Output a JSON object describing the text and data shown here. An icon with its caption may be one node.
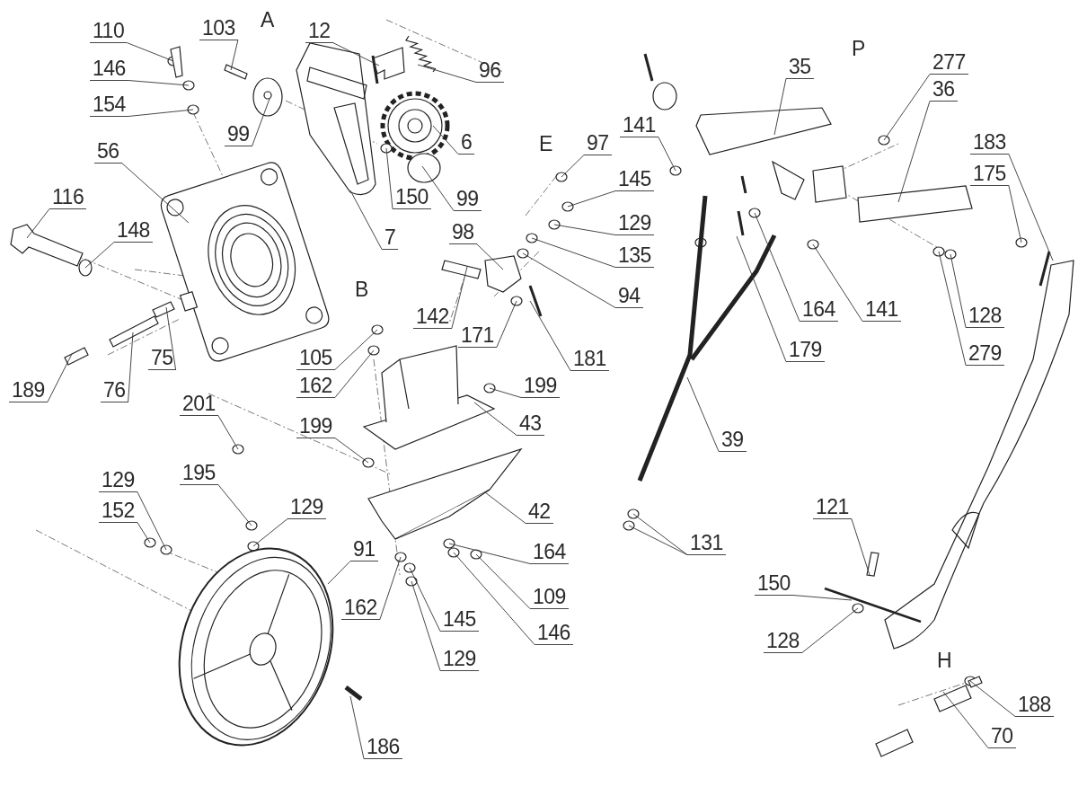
{
  "diagram": {
    "nodes": [
      {
        "text": [
          "110"
        ]
      },
      {
        "text": [
          "103"
        ]
      },
      {
        "text": [
          "12"
        ]
      },
      {
        "text": [
          "96"
        ]
      },
      {
        "text": [
          "146"
        ]
      },
      {
        "text": [
          "154"
        ]
      },
      {
        "text": [
          "99"
        ]
      },
      {
        "text": [
          "56"
        ]
      },
      {
        "text": [
          "6"
        ]
      },
      {
        "text": [
          "97"
        ]
      },
      {
        "text": [
          "141"
        ]
      },
      {
        "text": [
          "150"
        ]
      },
      {
        "text": [
          "99"
        ]
      },
      {
        "text": [
          "116"
        ]
      },
      {
        "text": [
          "148"
        ]
      },
      {
        "text": [
          "145"
        ]
      },
      {
        "text": [
          "129"
        ]
      },
      {
        "text": [
          "98"
        ]
      },
      {
        "text": [
          "7"
        ]
      },
      {
        "text": [
          "135"
        ]
      },
      {
        "text": [
          "94"
        ]
      },
      {
        "text": [
          "142"
        ]
      },
      {
        "text": [
          "171"
        ]
      },
      {
        "text": [
          "181"
        ]
      },
      {
        "text": [
          "35"
        ]
      },
      {
        "text": [
          "277"
        ]
      },
      {
        "text": [
          "36"
        ]
      },
      {
        "text": [
          "183"
        ]
      },
      {
        "text": [
          "175"
        ]
      },
      {
        "text": [
          "164"
        ]
      },
      {
        "text": [
          "141"
        ]
      },
      {
        "text": [
          "128"
        ]
      },
      {
        "text": [
          "179"
        ]
      },
      {
        "text": [
          "279"
        ]
      },
      {
        "text": [
          "105"
        ]
      },
      {
        "text": [
          "162"
        ]
      },
      {
        "text": [
          "199"
        ]
      },
      {
        "text": [
          "43"
        ]
      },
      {
        "text": [
          "39"
        ]
      },
      {
        "text": [
          "201"
        ]
      },
      {
        "text": [
          "199"
        ]
      },
      {
        "text": [
          "129"
        ]
      },
      {
        "text": [
          "195"
        ]
      },
      {
        "text": [
          "129"
        ]
      },
      {
        "text": [
          "152"
        ]
      },
      {
        "text": [
          "42"
        ]
      },
      {
        "text": [
          "91"
        ]
      },
      {
        "text": [
          "164"
        ]
      },
      {
        "text": [
          "131"
        ]
      },
      {
        "text": [
          "121"
        ]
      },
      {
        "text": [
          "150"
        ]
      },
      {
        "text": [
          "162"
        ]
      },
      {
        "text": [
          "109"
        ]
      },
      {
        "text": [
          "145"
        ]
      },
      {
        "text": [
          "146"
        ]
      },
      {
        "text": [
          "128"
        ]
      },
      {
        "text": [
          "129"
        ]
      },
      {
        "text": [
          "188"
        ]
      },
      {
        "text": [
          "70"
        ]
      },
      {
        "text": [
          "186"
        ]
      },
      {
        "text": [
          "75"
        ]
      },
      {
        "text": [
          "76"
        ]
      },
      {
        "text": [
          "189"
        ]
      }
    ],
    "edges": [
      {
        "from": 0,
        "to": null,
        "arrow": "none"
      },
      {
        "from": 1,
        "to": null,
        "arrow": "none"
      },
      {
        "from": 2,
        "to": null,
        "arrow": "none"
      },
      {
        "from": 3,
        "to": null,
        "arrow": "none"
      },
      {
        "from": 4,
        "to": null,
        "arrow": "none"
      },
      {
        "from": 5,
        "to": null,
        "arrow": "none"
      },
      {
        "from": 6,
        "to": null,
        "arrow": "none"
      },
      {
        "from": 7,
        "to": null,
        "arrow": "none"
      },
      {
        "from": 8,
        "to": null,
        "arrow": "none"
      },
      {
        "from": 9,
        "to": null,
        "arrow": "none"
      },
      {
        "from": 10,
        "to": null,
        "arrow": "none"
      },
      {
        "from": 11,
        "to": null,
        "arrow": "none"
      },
      {
        "from": 12,
        "to": null,
        "arrow": "none"
      },
      {
        "from": 13,
        "to": null,
        "arrow": "none"
      },
      {
        "from": 14,
        "to": null,
        "arrow": "none"
      },
      {
        "from": 15,
        "to": null,
        "arrow": "none"
      },
      {
        "from": 16,
        "to": null,
        "arrow": "none"
      },
      {
        "from": 17,
        "to": null,
        "arrow": "none"
      },
      {
        "from": 18,
        "to": null,
        "arrow": "none"
      },
      {
        "from": 19,
        "to": null,
        "arrow": "none"
      },
      {
        "from": 20,
        "to": null,
        "arrow": "none"
      },
      {
        "from": 21,
        "to": null,
        "arrow": "none"
      },
      {
        "from": 22,
        "to": null,
        "arrow": "none"
      },
      {
        "from": 23,
        "to": null,
        "arrow": "none"
      },
      {
        "from": 24,
        "to": null,
        "arrow": "none"
      },
      {
        "from": 25,
        "to": null,
        "arrow": "none"
      },
      {
        "from": 26,
        "to": null,
        "arrow": "none"
      },
      {
        "from": 27,
        "to": null,
        "arrow": "none"
      },
      {
        "from": 28,
        "to": null,
        "arrow": "none"
      },
      {
        "from": 29,
        "to": null,
        "arrow": "none"
      },
      {
        "from": 30,
        "to": null,
        "arrow": "none"
      },
      {
        "from": 31,
        "to": null,
        "arrow": "none"
      },
      {
        "from": 32,
        "to": null,
        "arrow": "none"
      },
      {
        "from": 33,
        "to": null,
        "arrow": "none"
      },
      {
        "from": 34,
        "to": null,
        "arrow": "none"
      },
      {
        "from": 35,
        "to": null,
        "arrow": "none"
      },
      {
        "from": 36,
        "to": null,
        "arrow": "none"
      },
      {
        "from": 37,
        "to": null,
        "arrow": "none"
      },
      {
        "from": 38,
        "to": null,
        "arrow": "none"
      },
      {
        "from": 39,
        "to": null,
        "arrow": "none"
      },
      {
        "from": 40,
        "to": null,
        "arrow": "none"
      },
      {
        "from": 41,
        "to": null,
        "arrow": "none"
      },
      {
        "from": 42,
        "to": null,
        "arrow": "none"
      },
      {
        "from": 43,
        "to": null,
        "arrow": "none"
      },
      {
        "from": 44,
        "to": null,
        "arrow": "none"
      },
      {
        "from": 45,
        "to": null,
        "arrow": "none"
      },
      {
        "from": 46,
        "to": null,
        "arrow": "none"
      },
      {
        "from": 47,
        "to": null,
        "arrow": "none"
      },
      {
        "from": 48,
        "to": null,
        "arrow": "none"
      },
      {
        "from": 48,
        "to": null,
        "arrow": "none"
      },
      {
        "from": 49,
        "to": null,
        "arrow": "none"
      },
      {
        "from": 50,
        "to": null,
        "arrow": "none"
      },
      {
        "from": 51,
        "to": null,
        "arrow": "none"
      },
      {
        "from": 52,
        "to": null,
        "arrow": "none"
      },
      {
        "from": 53,
        "to": null,
        "arrow": "none"
      },
      {
        "from": 54,
        "to": null,
        "arrow": "none"
      },
      {
        "from": 55,
        "to": null,
        "arrow": "none"
      },
      {
        "from": 56,
        "to": null,
        "arrow": "none"
      },
      {
        "from": 57,
        "to": null,
        "arrow": "none"
      },
      {
        "from": 58,
        "to": null,
        "arrow": "none"
      },
      {
        "from": 59,
        "to": null,
        "arrow": "none"
      },
      {
        "from": 60,
        "to": null,
        "arrow": "none"
      },
      {
        "from": 61,
        "to": null,
        "arrow": "none"
      },
      {
        "from": 62,
        "to": null,
        "arrow": "none"
      }
    ],
    "labels": [
      "A",
      "P",
      "E",
      "B",
      "H"
    ]
  }
}
